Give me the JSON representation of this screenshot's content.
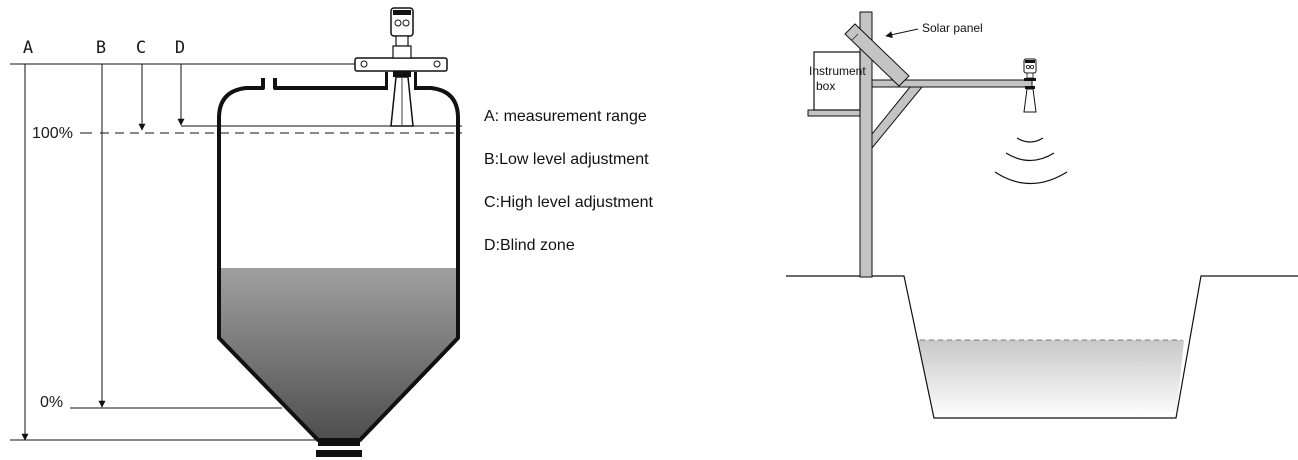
{
  "left_diagram": {
    "dimension_letters": {
      "a": "A",
      "b": "B",
      "c": "C",
      "d": "D"
    },
    "level_labels": {
      "full": "100%",
      "empty": "0%"
    },
    "legend": [
      "A: measurement range",
      "B:Low level adjustment",
      "C:High level adjustment",
      "D:Blind zone"
    ]
  },
  "right_diagram": {
    "solar_panel_label": "Solar panel",
    "instrument_box_label_line1": "Instrument",
    "instrument_box_label_line2": "box"
  },
  "colors": {
    "line": "#111111",
    "fill_top": "#a0a0a0",
    "fill_bottom": "#4e4e4e",
    "water_top": "#c8c8c8",
    "water_bottom": "#ffffff",
    "post": "#c4c4c4"
  }
}
